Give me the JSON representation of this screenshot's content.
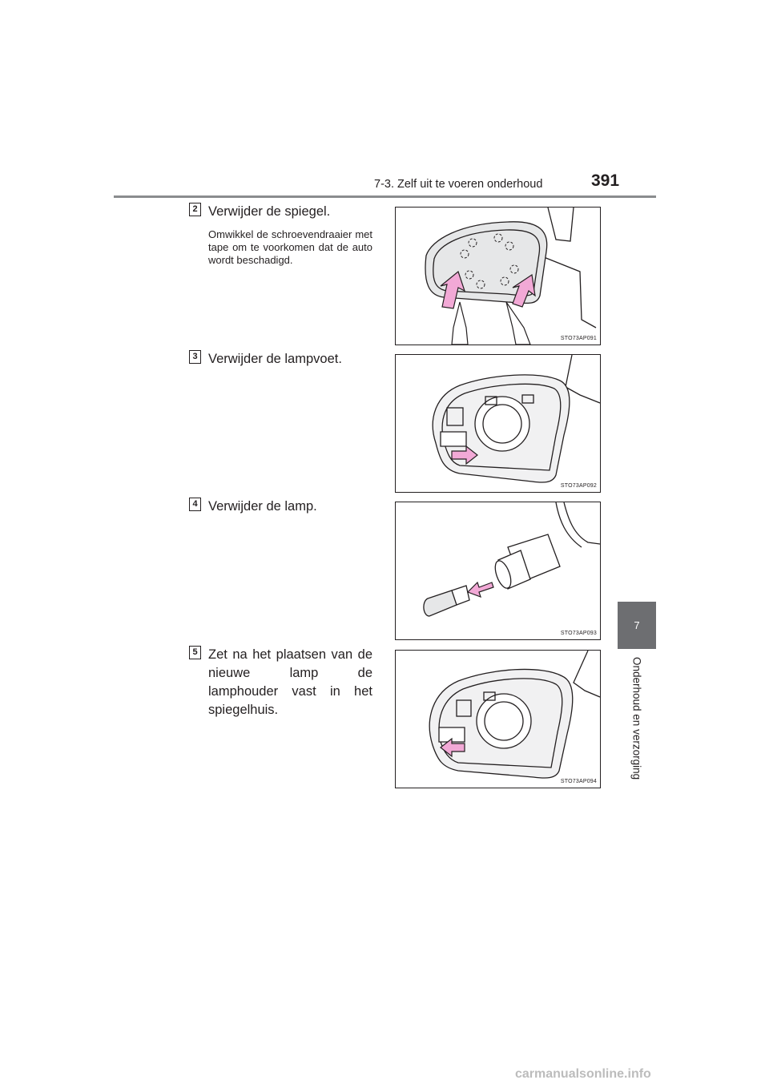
{
  "header": {
    "section": "7-3. Zelf uit te voeren onderhoud",
    "page_number": "391"
  },
  "side_tab": {
    "chapter_number": "7",
    "chapter_title": "Onderhoud en verzorging"
  },
  "steps": [
    {
      "number": "2",
      "title": "Verwijder de spiegel.",
      "note": "Omwikkel de schroevendraaier met tape om te voorkomen dat de auto wordt beschadigd.",
      "figure_code": "STO73AP091"
    },
    {
      "number": "3",
      "title": "Verwijder de lampvoet.",
      "figure_code": "STO73AP092"
    },
    {
      "number": "4",
      "title": "Verwijder de lamp.",
      "figure_code": "STO73AP093"
    },
    {
      "number": "5",
      "title": "Zet na het plaatsen van de nieuwe lamp de lamphouder vast in het spiegelhuis.",
      "figure_code": "STO73AP094"
    }
  ],
  "colors": {
    "arrow_fill": "#f2a9d6",
    "tab_background": "#6d6e71",
    "header_rule": "#8a8c8e"
  },
  "watermark": "carmanualsonline.info"
}
